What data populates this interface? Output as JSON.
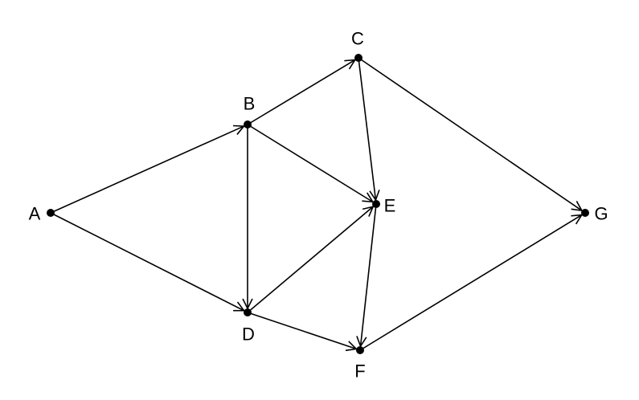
{
  "diagram": {
    "type": "directed-graph",
    "colors": {
      "line": "#000000",
      "node": "#000000",
      "background": "#ffffff"
    },
    "nodes": [
      {
        "id": "A",
        "label": "A"
      },
      {
        "id": "B",
        "label": "B"
      },
      {
        "id": "C",
        "label": "C"
      },
      {
        "id": "D",
        "label": "D"
      },
      {
        "id": "E",
        "label": "E"
      },
      {
        "id": "F",
        "label": "F"
      },
      {
        "id": "G",
        "label": "G"
      }
    ],
    "edges": [
      {
        "from": "A",
        "to": "B"
      },
      {
        "from": "A",
        "to": "D"
      },
      {
        "from": "B",
        "to": "C"
      },
      {
        "from": "B",
        "to": "E"
      },
      {
        "from": "B",
        "to": "D"
      },
      {
        "from": "C",
        "to": "E"
      },
      {
        "from": "C",
        "to": "G"
      },
      {
        "from": "D",
        "to": "E"
      },
      {
        "from": "D",
        "to": "F"
      },
      {
        "from": "E",
        "to": "F"
      },
      {
        "from": "F",
        "to": "G"
      }
    ]
  }
}
